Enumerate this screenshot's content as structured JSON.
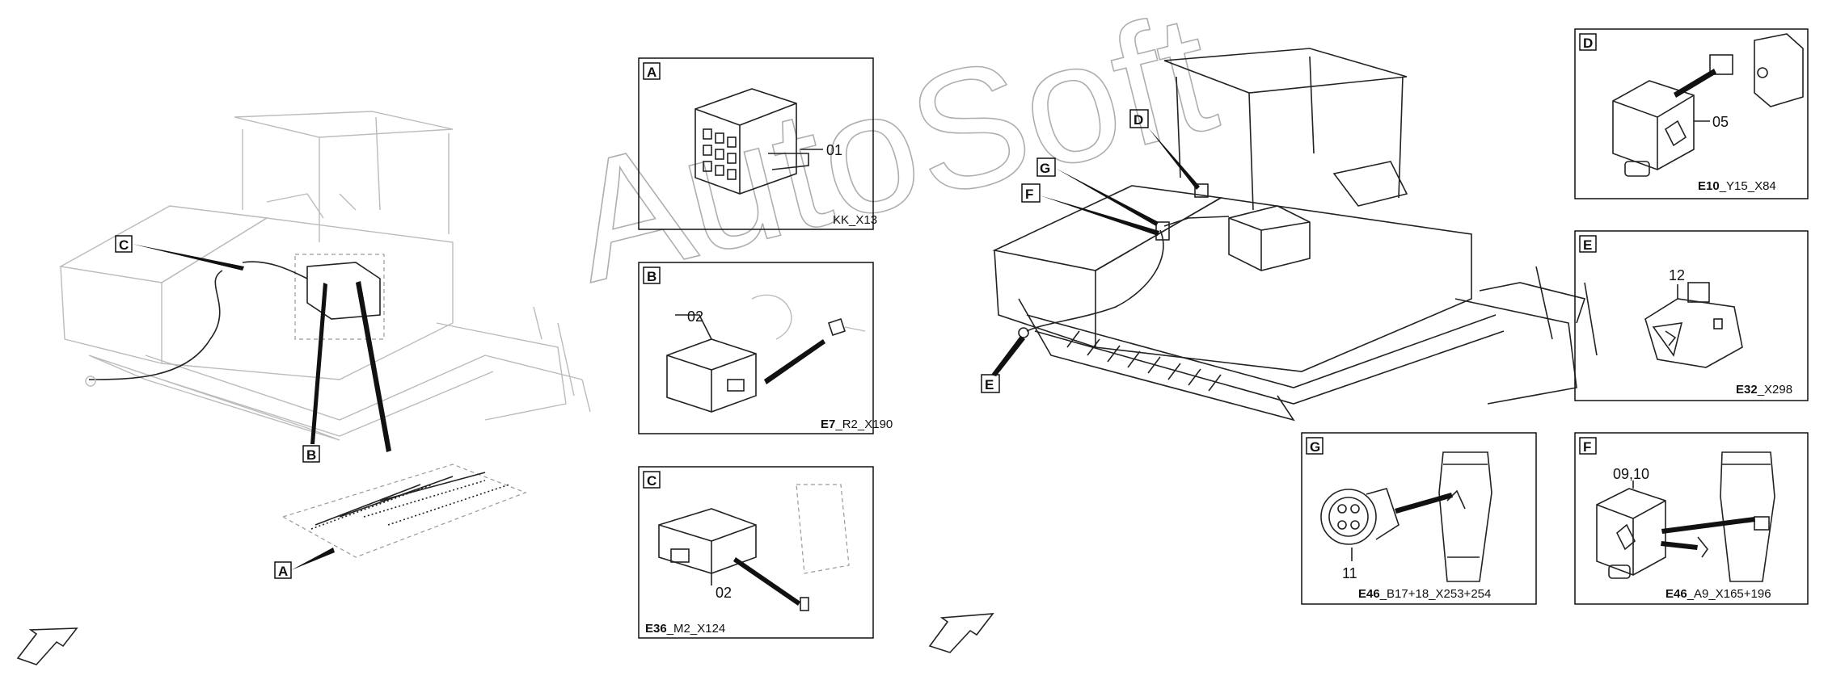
{
  "watermark": "AutoSoft",
  "overview_left": {
    "callouts": [
      "A",
      "B",
      "C"
    ]
  },
  "overview_right": {
    "callouts": [
      "D",
      "G",
      "F",
      "E"
    ]
  },
  "panels": {
    "A": {
      "letter": "A",
      "part": "01",
      "caption": "KK_X13"
    },
    "B": {
      "letter": "B",
      "part": "02",
      "caption_bold": "E7",
      "caption_rest": "_R2_X190"
    },
    "C": {
      "letter": "C",
      "part": "02",
      "caption_bold": "E36",
      "caption_rest": "_M2_X124"
    },
    "D": {
      "letter": "D",
      "part": "05",
      "caption_bold": "E10",
      "caption_rest": "_Y15_X84"
    },
    "E": {
      "letter": "E",
      "part": "12",
      "caption_bold": "E32",
      "caption_rest": "_X298"
    },
    "G": {
      "letter": "G",
      "part": "11",
      "caption_bold": "E46",
      "caption_rest": "_B17+18_X253+254"
    },
    "F": {
      "letter": "F",
      "part": "09,10",
      "caption_bold": "E46",
      "caption_rest": "_A9_X165+196"
    }
  },
  "icons": [
    "direction-arrow-icon"
  ]
}
